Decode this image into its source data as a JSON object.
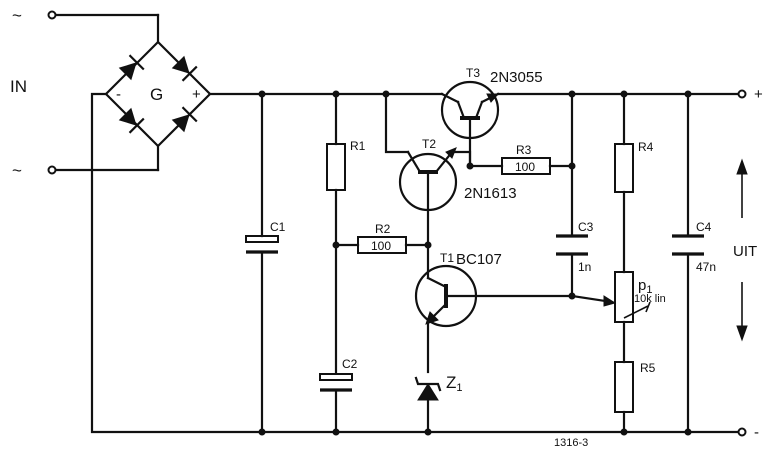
{
  "input": {
    "label": "IN",
    "terminal_symbol": "~"
  },
  "bridge": {
    "label": "G",
    "minus": "-",
    "plus": "+"
  },
  "output": {
    "plus": "+",
    "minus": "-",
    "label": "UIT"
  },
  "components": {
    "t3": {
      "ref": "T3",
      "part": "2N3055"
    },
    "t2": {
      "ref": "T2",
      "part": "2N1613"
    },
    "t1": {
      "ref": "T1",
      "part": "BC107"
    },
    "r1": {
      "ref": "R1"
    },
    "r2": {
      "ref": "R2",
      "value": "100"
    },
    "r3": {
      "ref": "R3",
      "value": "100"
    },
    "r4": {
      "ref": "R4"
    },
    "r5": {
      "ref": "R5"
    },
    "c1": {
      "ref": "C1"
    },
    "c2": {
      "ref": "C2"
    },
    "c3": {
      "ref": "C3",
      "value": "1n"
    },
    "c4": {
      "ref": "C4",
      "value": "47n"
    },
    "p1": {
      "ref": "p",
      "sub": "1",
      "value": "10k lin"
    },
    "z1": {
      "ref": "Z",
      "sub": "1"
    }
  },
  "figure_number": "1316-3"
}
